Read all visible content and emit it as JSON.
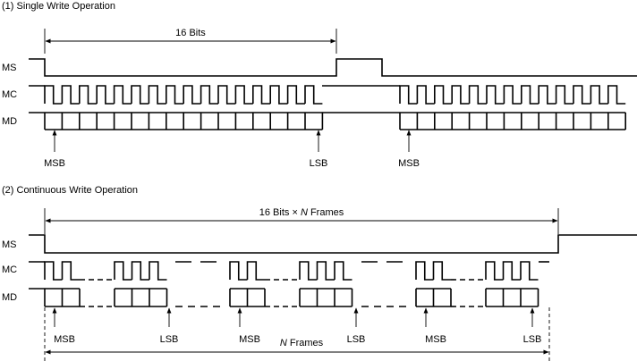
{
  "section1": {
    "title": "(1) Single Write Operation",
    "span_label": "16 Bits",
    "signals": {
      "ms": "MS",
      "mc": "MC",
      "md": "MD"
    },
    "markers": {
      "msb": "MSB",
      "lsb": "LSB",
      "msb_next": "MSB"
    }
  },
  "section2": {
    "title": "(2) Continuous Write Operation",
    "span_label_prefix": "16 Bits × ",
    "span_label_var": "N",
    "span_label_suffix": " Frames",
    "signals": {
      "ms": "MS",
      "mc": "MC",
      "md": "MD"
    },
    "markers": [
      "MSB",
      "LSB",
      "MSB",
      "LSB",
      "MSB",
      "LSB"
    ],
    "bottom_label_var": "N",
    "bottom_label_suffix": " Frames"
  }
}
